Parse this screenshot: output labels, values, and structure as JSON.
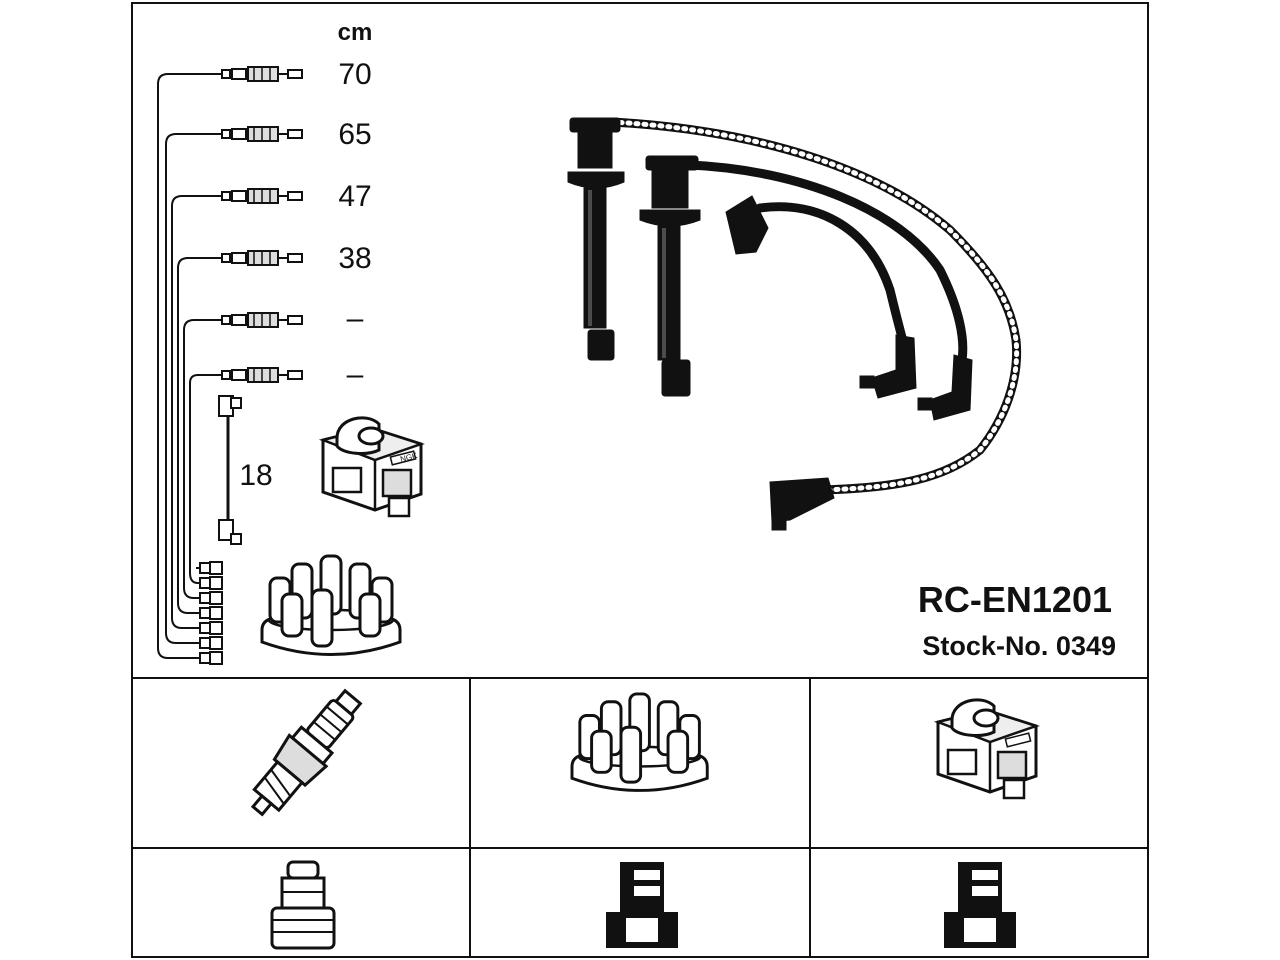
{
  "unit_label": "cm",
  "cable_lengths": [
    "70",
    "65",
    "47",
    "38",
    "–",
    "–"
  ],
  "coil_cable_length": "18",
  "part_number": "RC-EN1201",
  "stock_number": "Stock-No. 0349",
  "coil_badge_text": "NGK",
  "components": [
    {
      "icon": "spark-plug-icon"
    },
    {
      "icon": "distributor-cap-icon"
    },
    {
      "icon": "ignition-coil-icon"
    }
  ],
  "connectors": [
    {
      "icon": "plug-connector-icon"
    },
    {
      "icon": "cap-terminal-icon"
    },
    {
      "icon": "coil-terminal-icon"
    }
  ],
  "colors": {
    "line": "#111111",
    "cable": "#1a1a1a",
    "gray_fill": "#d8d8d8",
    "background": "#ffffff"
  }
}
